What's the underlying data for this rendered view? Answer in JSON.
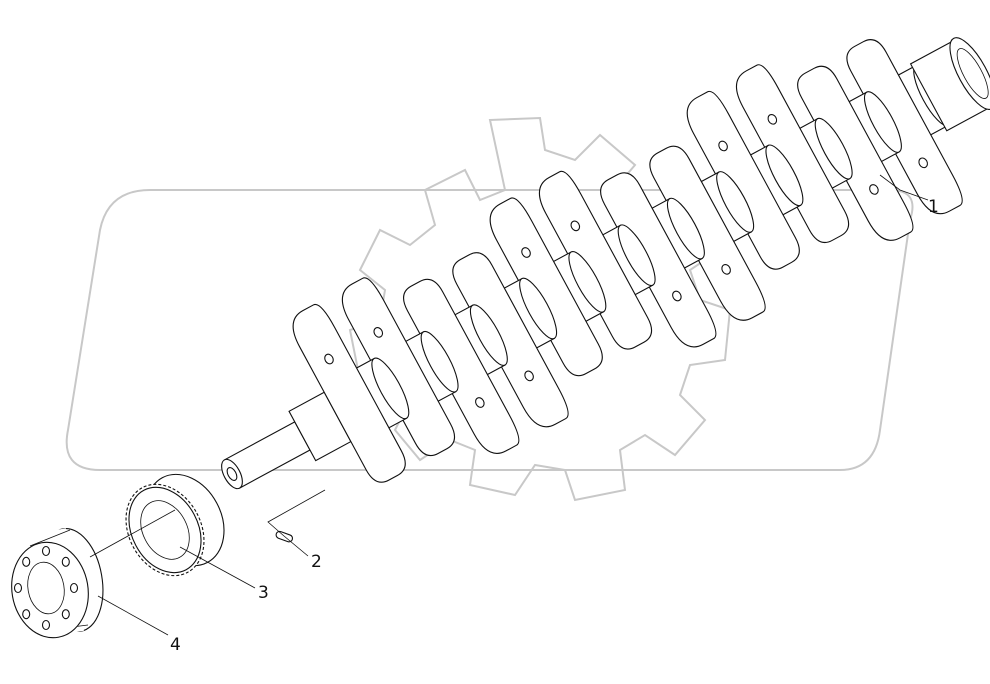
{
  "diagram": {
    "type": "exploded parts diagram",
    "parts": [
      {
        "number": "1",
        "part": "crankshaft"
      },
      {
        "number": "2",
        "part": "key"
      },
      {
        "number": "3",
        "part": "gear"
      },
      {
        "number": "4",
        "part": "pulley"
      }
    ],
    "colors": {
      "line": "#111111",
      "watermark": "#c8c8c8",
      "background": "#ffffff"
    }
  }
}
